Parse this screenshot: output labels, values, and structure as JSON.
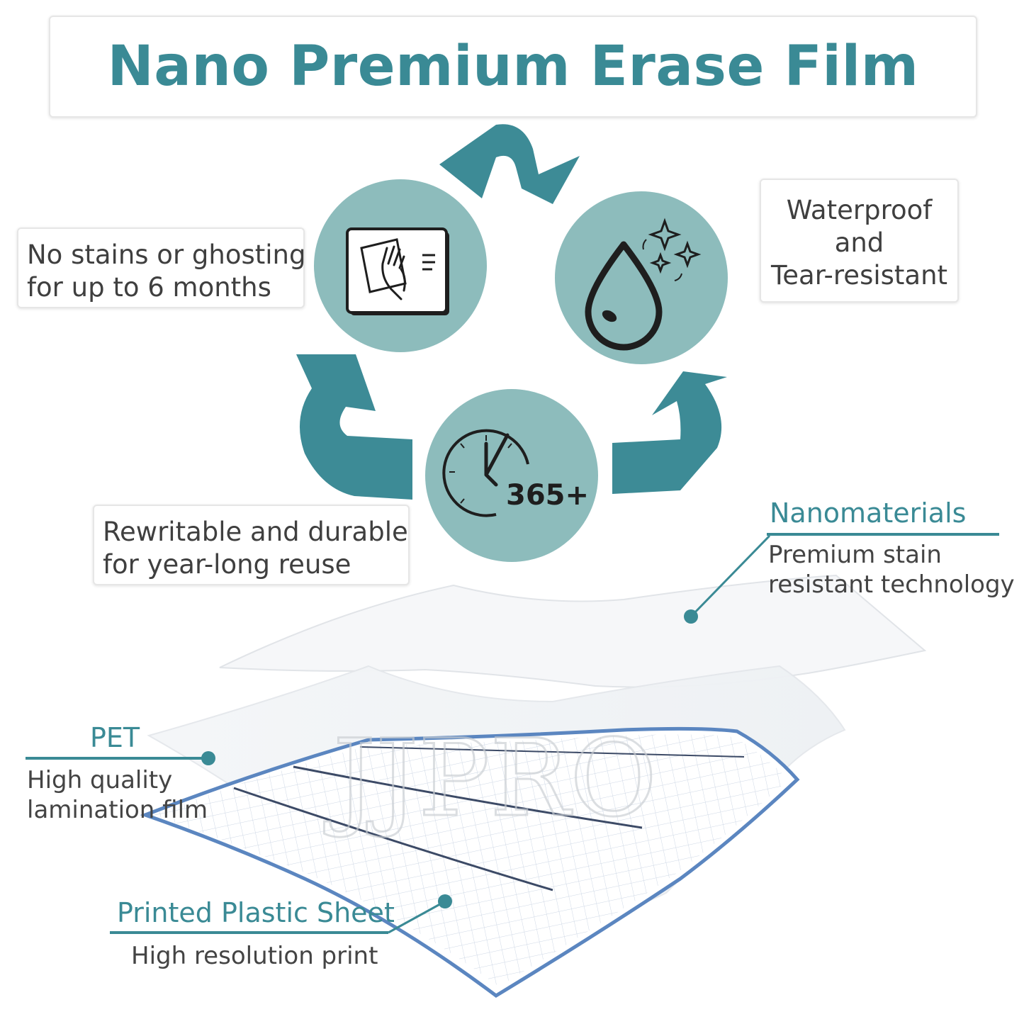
{
  "title": "Nano Premium Erase Film",
  "colors": {
    "teal": "#3a8a95",
    "teal_dark": "#3d8b96",
    "circle": "#8dbcbc",
    "paper_blue": "#5b86c0"
  },
  "features": {
    "stains": [
      "No stains or ghosting",
      "for up to 6 months"
    ],
    "waterproof": [
      "Waterproof",
      "and",
      "Tear-resistant"
    ],
    "reuse": [
      "Rewritable and durable",
      "for year-long reuse"
    ]
  },
  "icons": {
    "wipe": "hand-wiping-board-icon",
    "water": "water-drop-sparkle-icon",
    "clock": "clock-365-icon"
  },
  "clock_badge": "365+",
  "layers": {
    "nano": {
      "title": "Nanomaterials",
      "desc": [
        "Premium stain",
        "resistant technology"
      ]
    },
    "pet": {
      "title": "PET",
      "desc": [
        "High quality",
        "lamination film"
      ]
    },
    "print": {
      "title": "Printed Plastic Sheet",
      "desc": "High resolution print"
    }
  },
  "watermark": "JJPRO"
}
